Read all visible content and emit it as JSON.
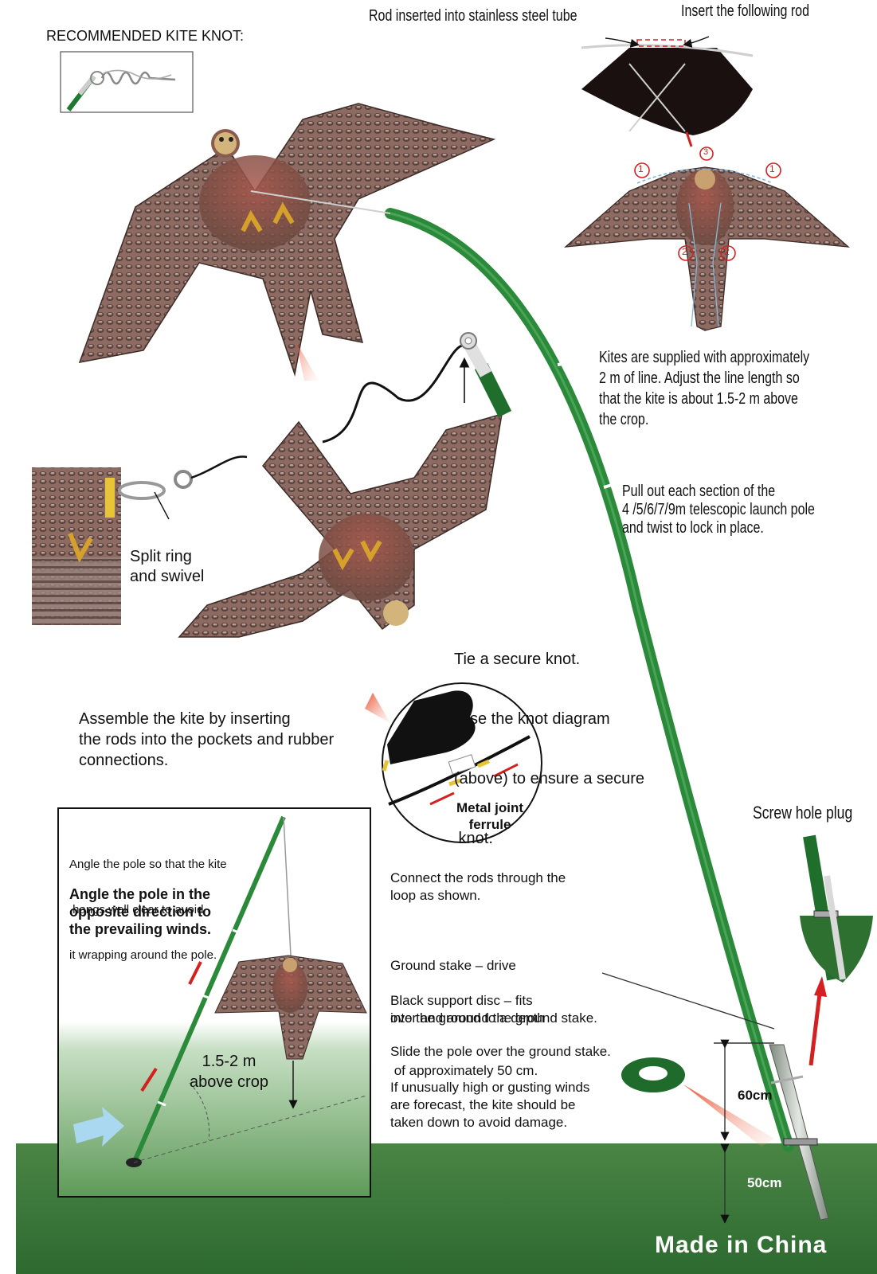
{
  "colors": {
    "pole_green": "#2a8a3a",
    "pole_dark": "#1f6e2c",
    "ground_green": "#3f7a3c",
    "kite_brown": "#8a5a4c",
    "kite_dark": "#4b3530",
    "arrow_red": "#d42020",
    "ring_green": "#1e6b2c",
    "sky_arrow": "#a9d8f0"
  },
  "labels": {
    "knot_title": "RECOMMENDED KITE KNOT:",
    "rod_tube": "Rod inserted into stainless steel tube",
    "insert_rod": "Insert the following rod",
    "callout_numbers": [
      "1",
      "1",
      "2",
      "2",
      "3"
    ],
    "split_ring": [
      "Split ring",
      "and swivel"
    ],
    "kites_supplied": [
      "Kites are supplied with approximately",
      "2 m of line. Adjust the line length so",
      "that the kite is about 1.5-2 m above",
      "the crop."
    ],
    "pull_out": [
      "Pull out each section of the",
      "4 /5/6/7/9m telescopic launch pole",
      "and twist to lock in place."
    ],
    "tie_knot": [
      "Tie a secure knot.",
      " Use the knot diagram",
      "(above) to ensure a secure",
      " knot."
    ],
    "assemble": [
      "Assemble the kite by inserting",
      "the rods into the pockets and rubber",
      "connections."
    ],
    "metal_joint": [
      "Metal joint",
      "ferrule"
    ],
    "screw_plug": "Screw hole plug",
    "inset_angle_1": [
      "Angle the pole so that the kite",
      " hangs well clear to avoid",
      "it wrapping around the pole."
    ],
    "inset_angle_2": [
      "Angle the pole in the",
      "opposite direction to",
      "the prevailing winds."
    ],
    "inset_height": [
      "1.5-2 m",
      "above crop"
    ],
    "connect_rods": [
      "Connect the rods through the",
      "loop as shown."
    ],
    "ground_stake": [
      "Ground stake – drive",
      "into the ground to a depth",
      " of approximately 50 cm."
    ],
    "support_disc": [
      "Black support disc – fits",
      "over and around the ground stake."
    ],
    "slide_pole": "Slide the pole over the ground stake.",
    "high_winds": [
      "If unusually high or gusting winds",
      "are forecast, the kite should be",
      "taken down to avoid damage."
    ],
    "dim_60": "60cm",
    "dim_50": "50cm",
    "made_in": "Made in China"
  }
}
